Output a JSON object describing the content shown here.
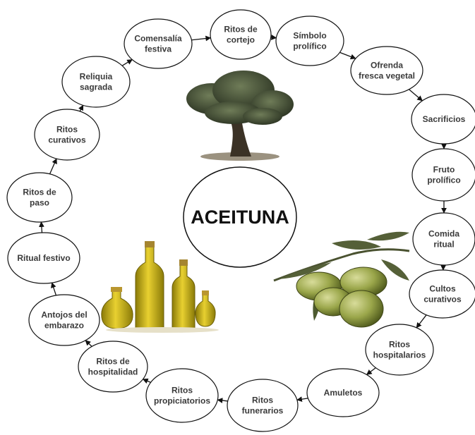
{
  "diagram": {
    "center_label": "ACEITUNA",
    "nodes": [
      {
        "lines": [
          "Ritos de",
          "cortejo"
        ]
      },
      {
        "lines": [
          "Símbolo",
          "prolífico"
        ]
      },
      {
        "lines": [
          "Ofrenda",
          "fresca vegetal"
        ]
      },
      {
        "lines": [
          "Sacrificios"
        ]
      },
      {
        "lines": [
          "Fruto",
          "prolífico"
        ]
      },
      {
        "lines": [
          "Comida",
          "ritual"
        ]
      },
      {
        "lines": [
          "Cultos",
          "curativos"
        ]
      },
      {
        "lines": [
          "Ritos",
          "hospitalarios"
        ]
      },
      {
        "lines": [
          "Amuletos"
        ]
      },
      {
        "lines": [
          "Ritos",
          "funerarios"
        ]
      },
      {
        "lines": [
          "Ritos",
          "propiciatorios"
        ]
      },
      {
        "lines": [
          "Ritos de",
          "hospitalidad"
        ]
      },
      {
        "lines": [
          "Antojos del",
          "embarazo"
        ]
      },
      {
        "lines": [
          "Ritual festivo"
        ]
      },
      {
        "lines": [
          "Ritos de",
          "paso"
        ]
      },
      {
        "lines": [
          "Ritos",
          "curativos"
        ]
      },
      {
        "lines": [
          "Reliquia",
          "sagrada"
        ]
      },
      {
        "lines": [
          "Comensalía",
          "festiva"
        ]
      }
    ],
    "illustrations": [
      "olive-tree-illustration",
      "olive-oil-bottles-illustration",
      "olive-branch-illustration"
    ],
    "colors": {
      "node_stroke": "#111111",
      "text": "#3a3a3a",
      "arrow": "#111111"
    }
  }
}
